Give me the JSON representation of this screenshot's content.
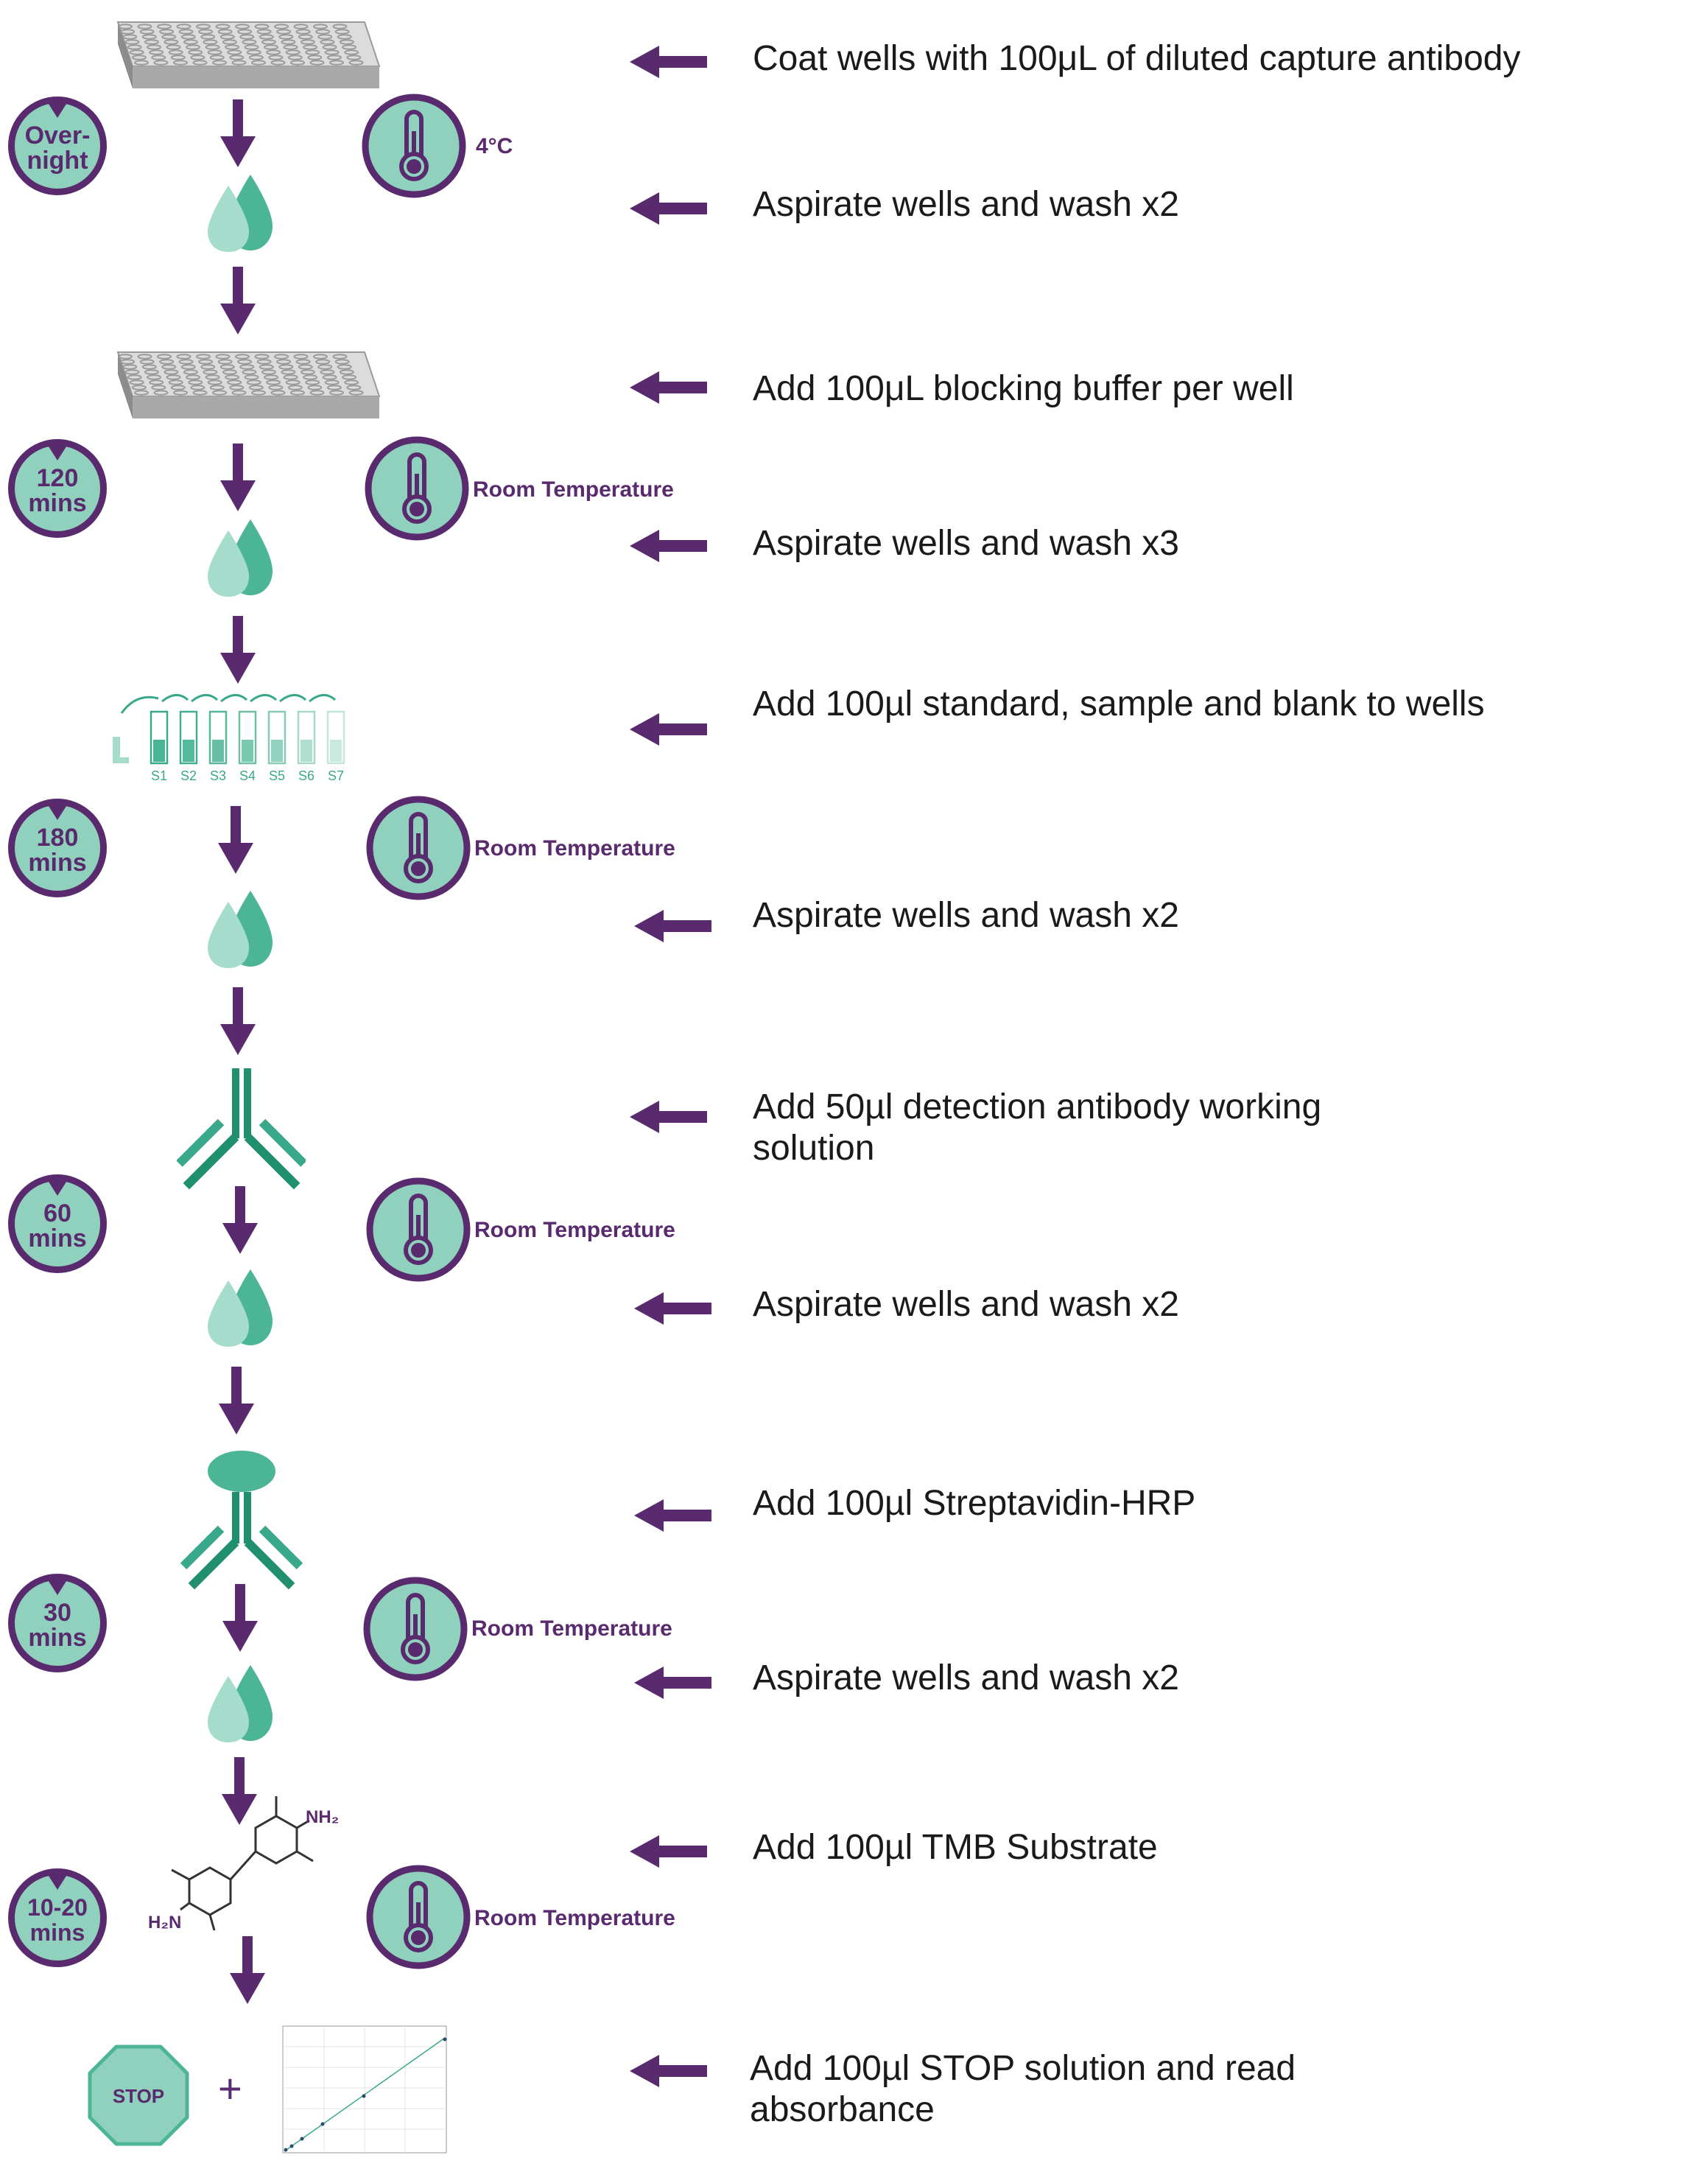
{
  "steps": [
    {
      "text": "Coat wells with 100μL of diluted capture antibody"
    },
    {
      "text": "Aspirate wells and wash x2"
    },
    {
      "text": "Add 100μL blocking buffer per well"
    },
    {
      "text": "Aspirate wells and wash x3"
    },
    {
      "text": "Add 100µl standard, sample and blank to wells"
    },
    {
      "text": "Aspirate wells and wash x2"
    },
    {
      "text": "Add 50µl detection antibody working solution"
    },
    {
      "text": "Aspirate wells and wash x2"
    },
    {
      "text": "Add 100µl Streptavidin-HRP"
    },
    {
      "text": "Aspirate wells and wash x2"
    },
    {
      "text": "Add 100µl TMB Substrate"
    },
    {
      "text": "Add 100µl STOP solution and read absorbance"
    }
  ],
  "incubations": [
    {
      "time": "Over-\nnight",
      "temperature": "4°C"
    },
    {
      "time": "120\nmins",
      "temperature": "Room Temperature"
    },
    {
      "time": "180\nmins",
      "temperature": "Room Temperature"
    },
    {
      "time": "60\nmins",
      "temperature": "Room Temperature"
    },
    {
      "time": "30\nmins",
      "temperature": "Room Temperature"
    },
    {
      "time": "10-20\nmins",
      "temperature": "Room Temperature"
    }
  ],
  "standards": [
    "S1",
    "S2",
    "S3",
    "S4",
    "S5",
    "S6",
    "S7"
  ],
  "chemical": {
    "amine_top": "NH₂",
    "amine_bottom": "H₂N"
  },
  "stop_label": "STOP",
  "plus_sign": "+",
  "colors": {
    "purple": "#5a2a6e",
    "teal": "#3aa88a",
    "light_teal": "#8fd1bd",
    "plate_gray": "#c8c8c8"
  }
}
